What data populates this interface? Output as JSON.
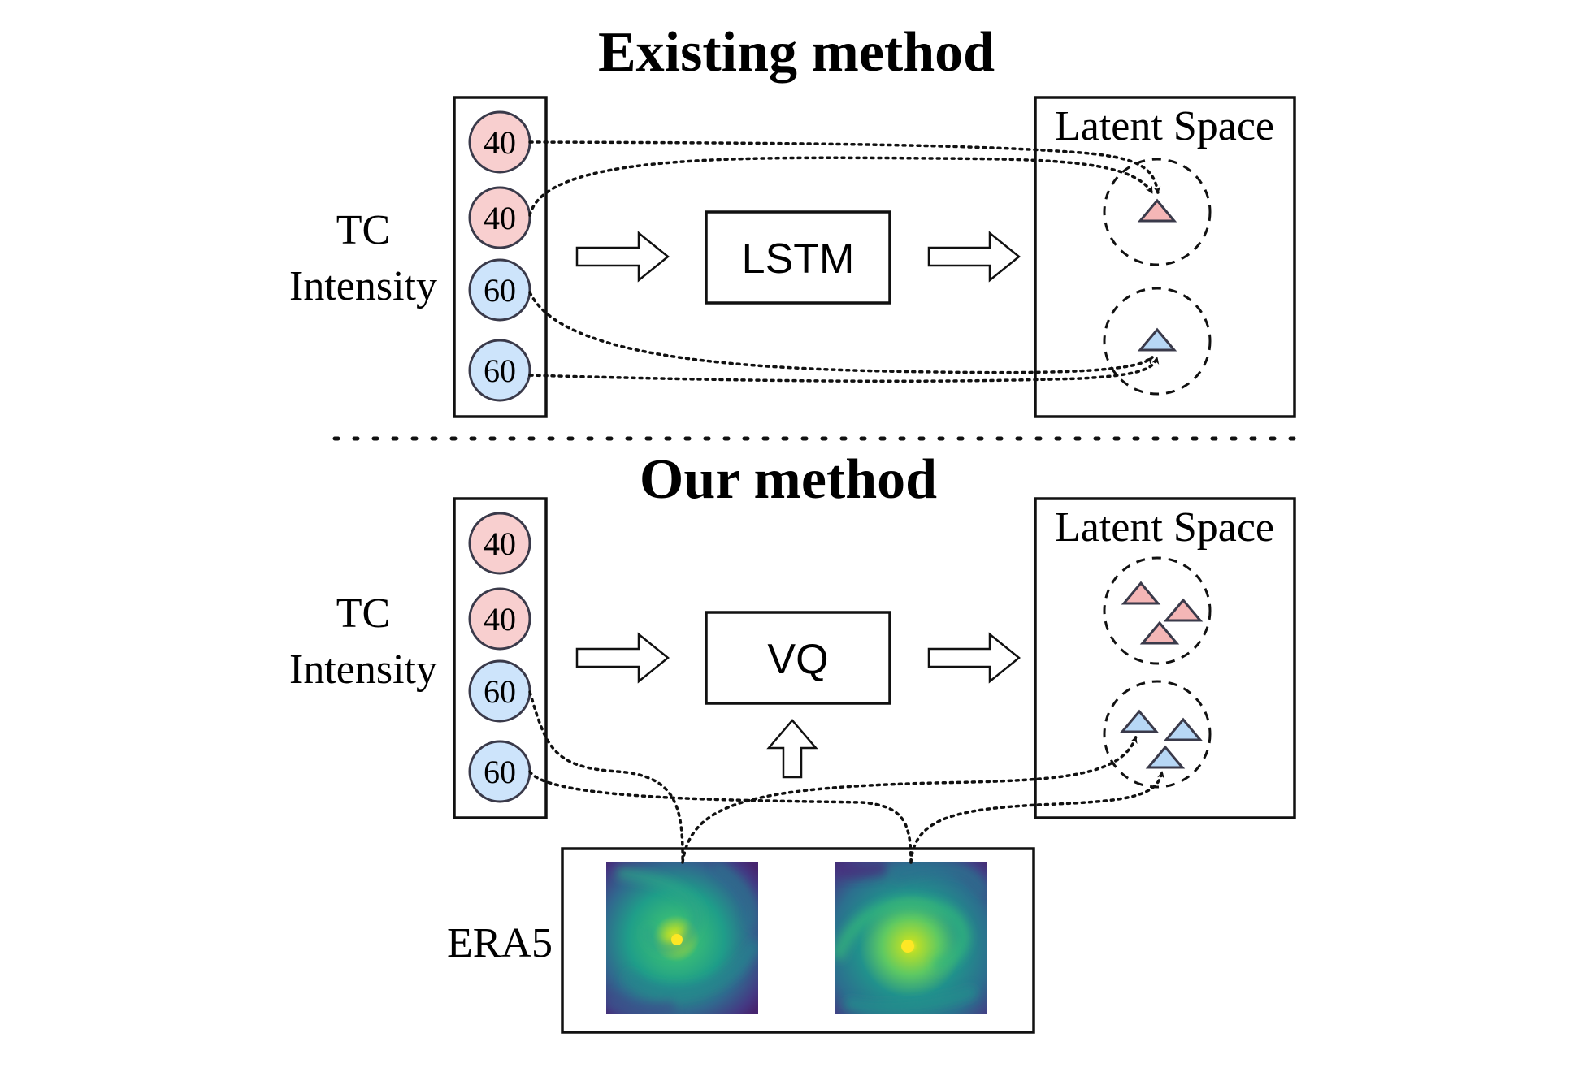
{
  "colors": {
    "red_node_fill": "#f8cfcf",
    "blue_node_fill": "#cde4fb",
    "red_triangle_fill": "#f4b6b6",
    "blue_triangle_fill": "#b7d7f5",
    "node_stroke": "#3a3a4a",
    "line": "#111111"
  },
  "existing": {
    "title": "Existing method",
    "input_label_line1": "TC",
    "input_label_line2": "Intensity",
    "nodes": [
      {
        "value": "40",
        "color": "red"
      },
      {
        "value": "40",
        "color": "red"
      },
      {
        "value": "60",
        "color": "blue"
      },
      {
        "value": "60",
        "color": "blue"
      }
    ],
    "model_label": "LSTM",
    "latent_label": "Latent Space"
  },
  "ours": {
    "title": "Our method",
    "input_label_line1": "TC",
    "input_label_line2": "Intensity",
    "nodes": [
      {
        "value": "40",
        "color": "red"
      },
      {
        "value": "40",
        "color": "red"
      },
      {
        "value": "60",
        "color": "blue"
      },
      {
        "value": "60",
        "color": "blue"
      }
    ],
    "model_label": "VQ",
    "latent_label": "Latent Space",
    "era5_label": "ERA5"
  },
  "icons": {
    "arrows": "hollow-right-arrow",
    "up_arrow": "hollow-up-arrow",
    "cluster_points": "triangle-icon",
    "era5_images": "cyclone-heatmap-image"
  }
}
